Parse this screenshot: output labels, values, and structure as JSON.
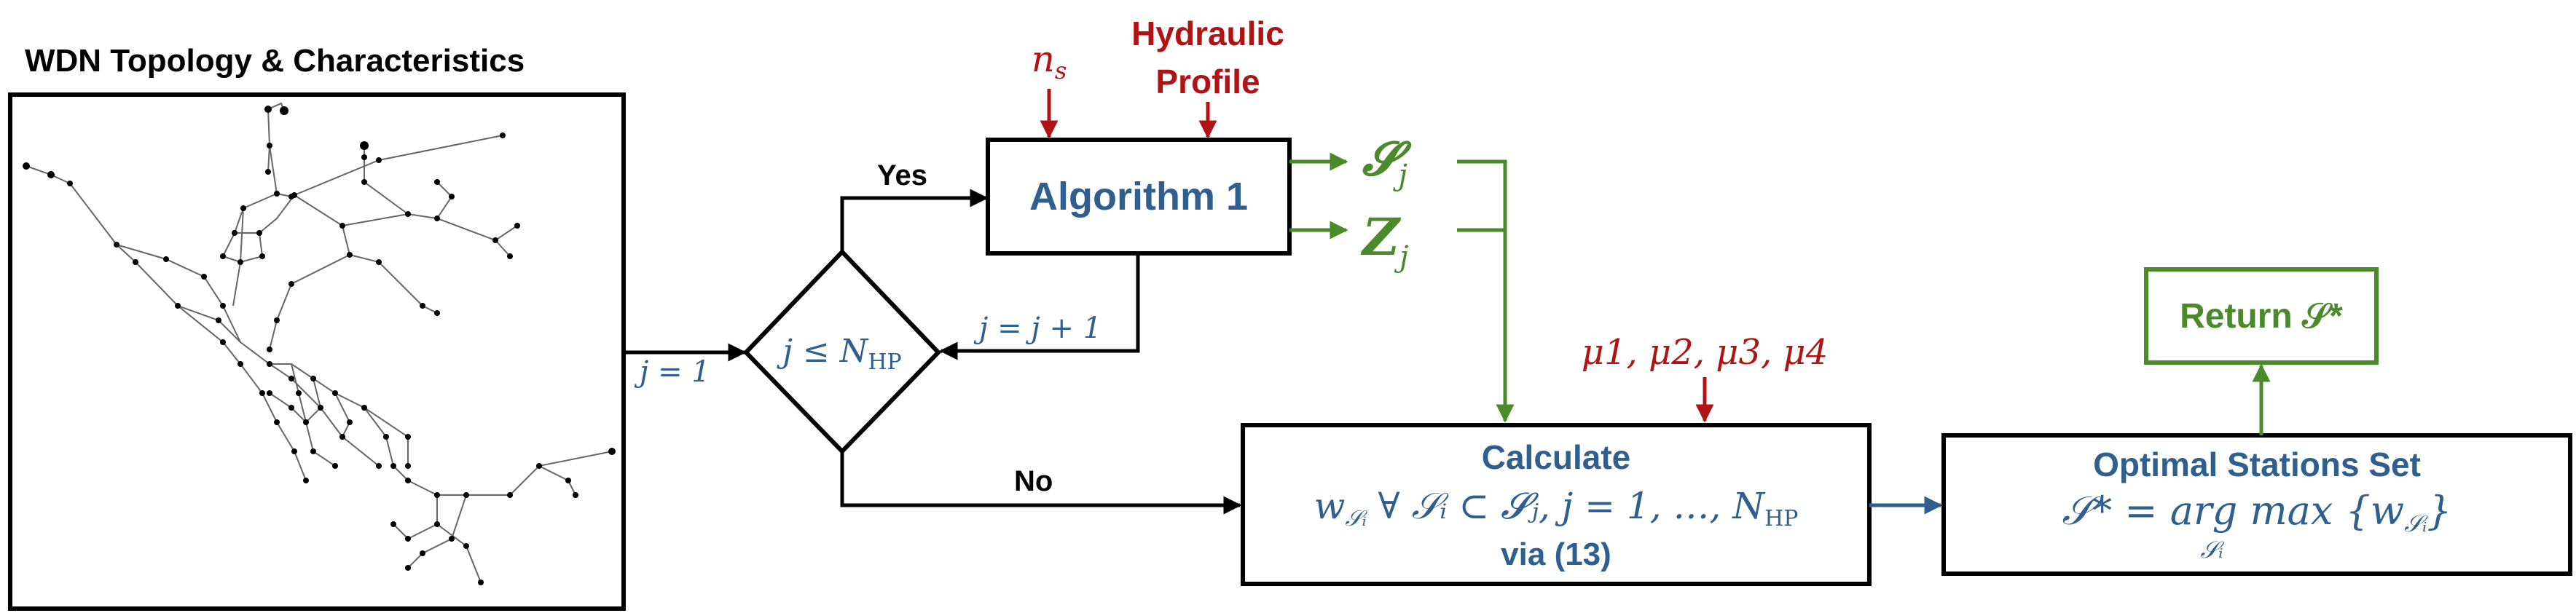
{
  "colors": {
    "black": "#000000",
    "blue": "#2e5f8e",
    "red": "#b01313",
    "green": "#4a8a2b"
  },
  "topology": {
    "title": "WDN Topology & Characteristics"
  },
  "inputs": {
    "ns": {
      "main": "n",
      "sub": "s"
    },
    "hydraulic_profile": {
      "line1": "Hydraulic",
      "line2": "Profile"
    },
    "mu": "μ1, μ2, μ3, μ4"
  },
  "algorithm": {
    "label": "Algorithm 1"
  },
  "outputs": {
    "s": {
      "main": "𝓢",
      "sub": "j"
    },
    "z": {
      "main": "Z",
      "sub": "j"
    }
  },
  "decision": {
    "condition_main": "j ≤ N",
    "condition_sub": "HP",
    "init": "j = 1",
    "increment": "j = j + 1",
    "yes": "Yes",
    "no": "No"
  },
  "calculate": {
    "title": "Calculate",
    "formula_main": "w",
    "formula_sub": "𝒮ᵢ",
    "formula_rest": " ∀ 𝒮ᵢ ⊂ 𝓢ⱼ, j = 1, …, N",
    "formula_sub2": "HP",
    "via": "via (13)"
  },
  "optimal": {
    "title": "Optimal Stations Set",
    "formula_left": "𝒮* = arg max {w",
    "formula_sub": "𝒮ᵢ",
    "formula_right": "}",
    "under": "𝒮ᵢ"
  },
  "return_box": {
    "label": "Return 𝒮*"
  }
}
